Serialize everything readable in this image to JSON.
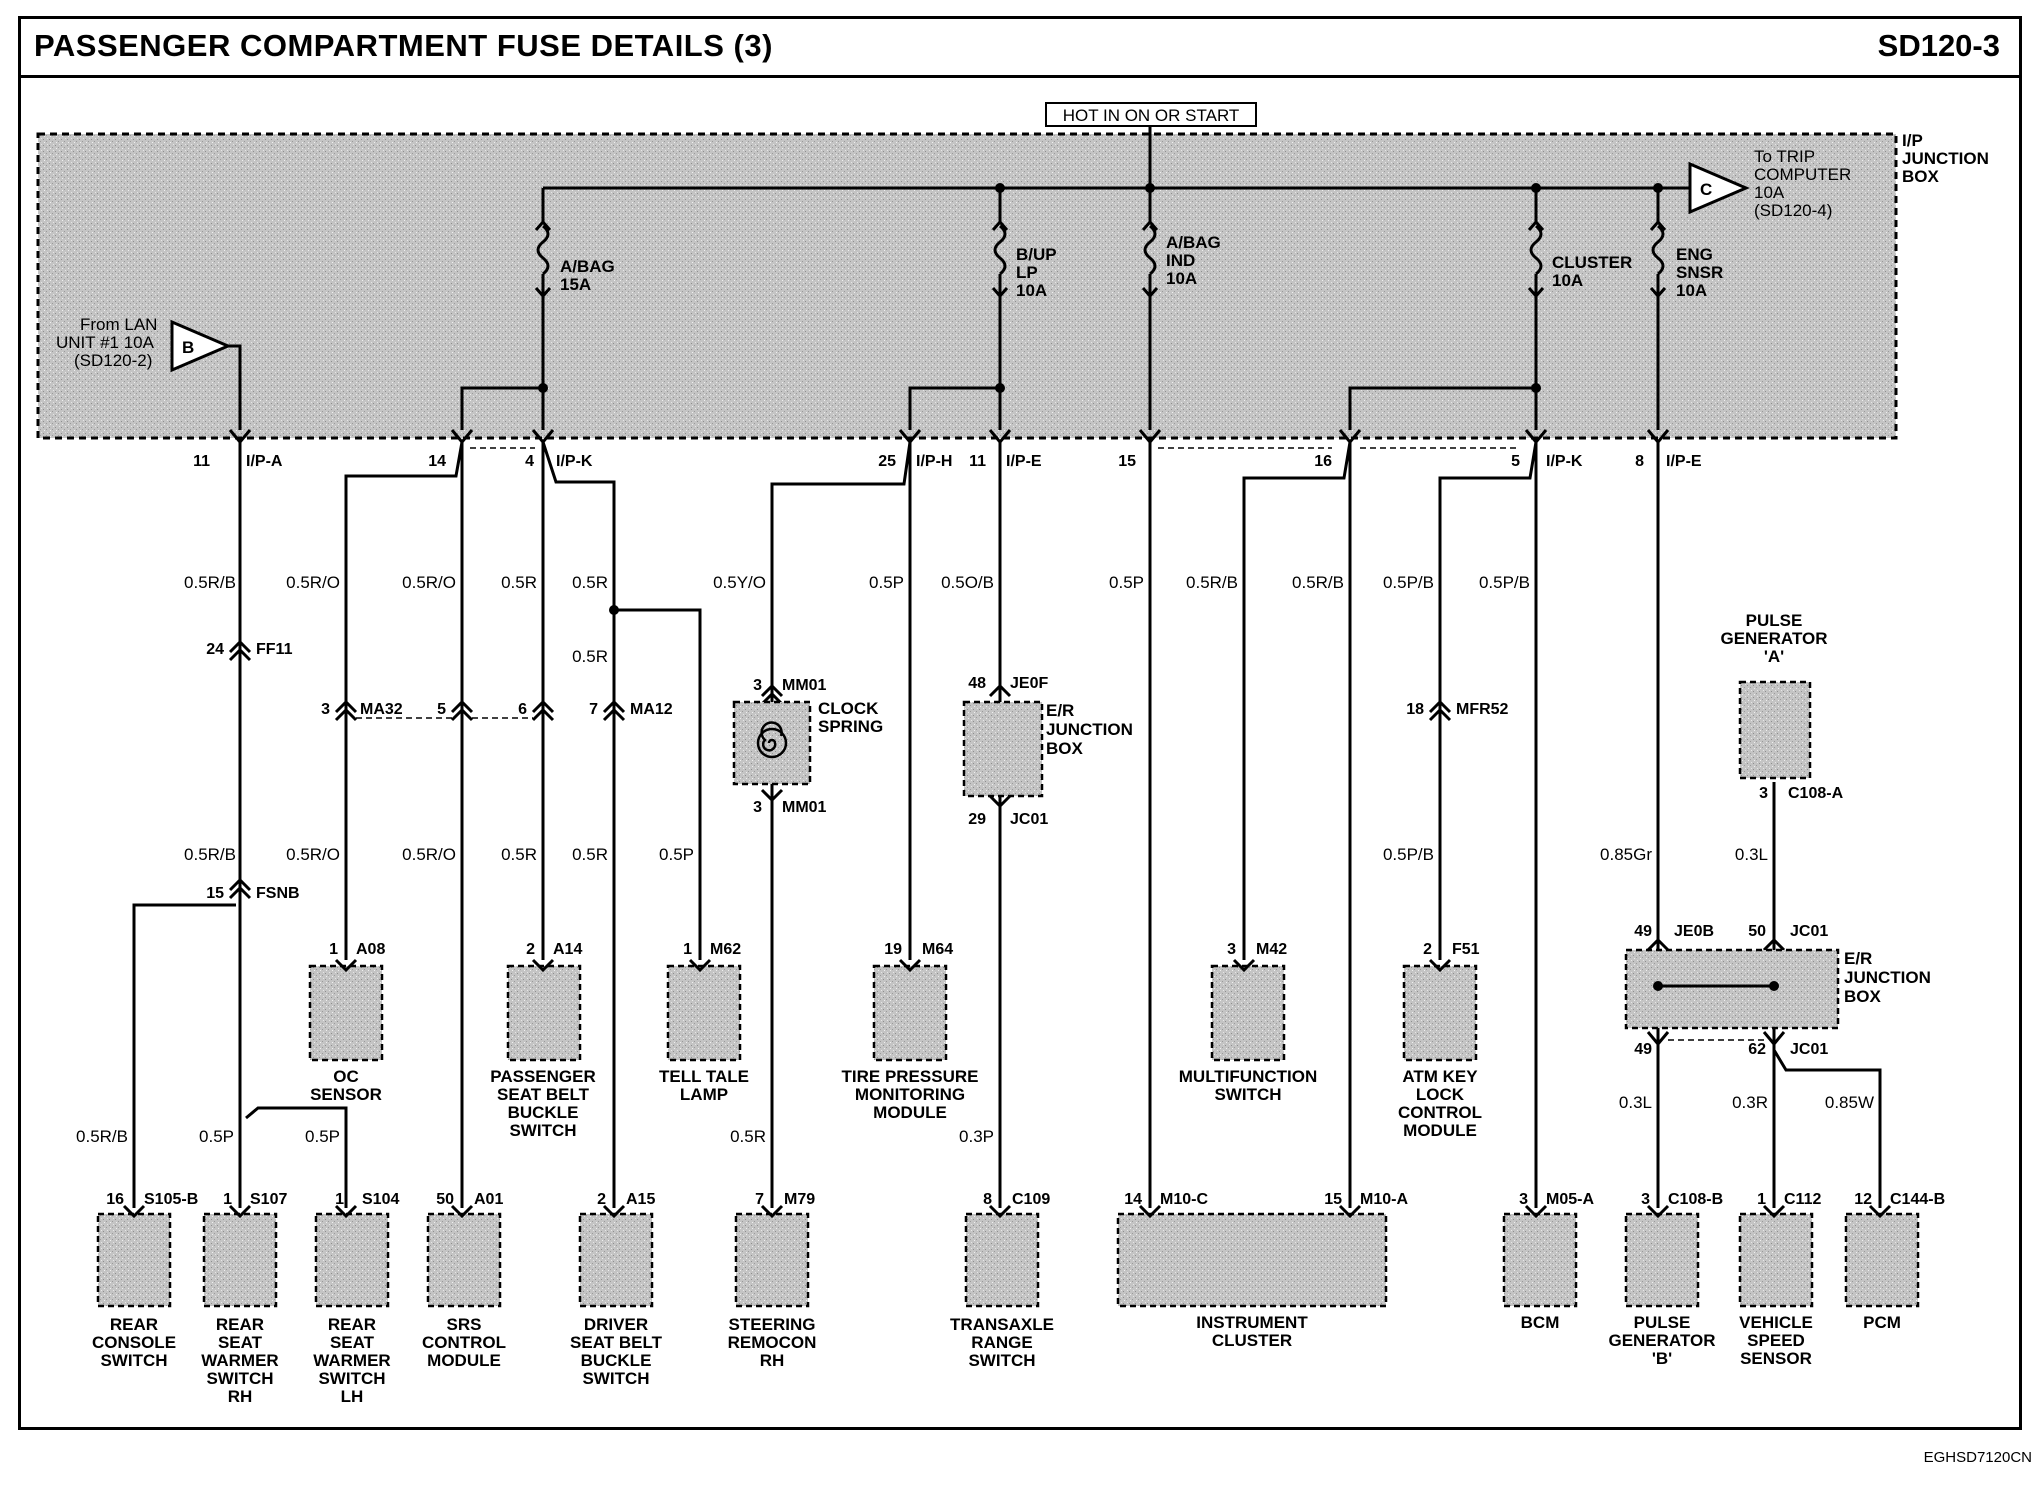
{
  "title": "PASSENGER COMPARTMENT FUSE DETAILS (3)",
  "code": "SD120-3",
  "footer_code": "EGHSD7120CN",
  "colors": {
    "ink": "#000000",
    "box_fill": "#c9c9c9",
    "box_fill_dark": "#a9a9a9",
    "paper": "#ffffff"
  },
  "power_label": "HOT IN ON OR START",
  "junction_box": {
    "lines": [
      "I/P",
      "JUNCTION",
      "BOX"
    ]
  },
  "from_lan": {
    "marker": "B",
    "lines": [
      "From LAN",
      "UNIT #1 10A",
      "(SD120-2)"
    ]
  },
  "to_trip": {
    "marker": "C",
    "lines": [
      "To TRIP",
      "COMPUTER",
      "10A",
      "(SD120-4)"
    ]
  },
  "fuses": [
    {
      "lines": [
        "A/BAG",
        "15A"
      ]
    },
    {
      "lines": [
        "B/UP",
        "LP",
        "10A"
      ]
    },
    {
      "lines": [
        "A/BAG",
        "IND",
        "10A"
      ]
    },
    {
      "lines": [
        "CLUSTER",
        "10A"
      ]
    },
    {
      "lines": [
        "ENG",
        "SNSR",
        "10A"
      ]
    }
  ],
  "jb_pins": [
    {
      "pin": "11",
      "conn": "I/P-A"
    },
    {
      "pin": "14",
      "conn": ""
    },
    {
      "pin": "4",
      "conn": "I/P-K"
    },
    {
      "pin": "25",
      "conn": "I/P-H"
    },
    {
      "pin": "11",
      "conn": "I/P-E"
    },
    {
      "pin": "15",
      "conn": ""
    },
    {
      "pin": "16",
      "conn": ""
    },
    {
      "pin": "5",
      "conn": "I/P-K"
    },
    {
      "pin": "8",
      "conn": "I/P-E"
    }
  ],
  "wires": [
    "0.5R/B",
    "0.5R/O",
    "0.5R/O",
    "0.5R",
    "0.5R",
    "0.5R",
    "0.5Y/O",
    "0.5P",
    "0.5O/B",
    "0.5P",
    "0.5R/B",
    "0.5R/B",
    "0.5P/B",
    "0.5P/B",
    "0.5R/B",
    "0.5R/O",
    "0.5R/O",
    "0.5R",
    "0.5R",
    "0.5P",
    "0.5P/B",
    "0.85Gr",
    "0.3L",
    "0.5R/B",
    "0.5P",
    "0.5P",
    "0.5R",
    "0.3P",
    "0.3L",
    "0.3R",
    "0.85W"
  ],
  "inline_connectors": [
    {
      "pin": "24",
      "id": "FF11"
    },
    {
      "pin": "3",
      "id": "MA32"
    },
    {
      "pin": "5",
      "id": ""
    },
    {
      "pin": "6",
      "id": ""
    },
    {
      "pin": "7",
      "id": "MA12"
    },
    {
      "pin": "3",
      "id": "MM01"
    },
    {
      "pin": "3",
      "id": "MM01"
    },
    {
      "pin": "48",
      "id": "JE0F"
    },
    {
      "pin": "29",
      "id": "JC01"
    },
    {
      "pin": "18",
      "id": "MFR52"
    },
    {
      "pin": "15",
      "id": "FSNB"
    },
    {
      "pin": "3",
      "id": "C108-A"
    },
    {
      "pin": "49",
      "id": "JE0B"
    },
    {
      "pin": "50",
      "id": "JC01"
    },
    {
      "pin": "49",
      "id": ""
    },
    {
      "pin": "62",
      "id": "JC01"
    }
  ],
  "clock_spring": {
    "lines": [
      "CLOCK",
      "SPRING"
    ]
  },
  "er_box_1": {
    "lines": [
      "E/R",
      "JUNCTION",
      "BOX"
    ]
  },
  "er_box_2": {
    "lines": [
      "E/R",
      "JUNCTION",
      "BOX"
    ]
  },
  "pulse_gen_a": {
    "lines": [
      "PULSE",
      "GENERATOR",
      "'A'"
    ]
  },
  "mid_components": [
    {
      "pin": "1",
      "conn": "A08",
      "lines": [
        "OC",
        "SENSOR"
      ]
    },
    {
      "pin": "2",
      "conn": "A14",
      "lines": [
        "PASSENGER",
        "SEAT BELT",
        "BUCKLE",
        "SWITCH"
      ]
    },
    {
      "pin": "1",
      "conn": "M62",
      "lines": [
        "TELL TALE",
        "LAMP"
      ]
    },
    {
      "pin": "19",
      "conn": "M64",
      "lines": [
        "TIRE PRESSURE",
        "MONITORING",
        "MODULE"
      ]
    },
    {
      "pin": "3",
      "conn": "M42",
      "lines": [
        "MULTIFUNCTION",
        "SWITCH"
      ]
    },
    {
      "pin": "2",
      "conn": "F51",
      "lines": [
        "ATM KEY",
        "LOCK",
        "CONTROL",
        "MODULE"
      ]
    }
  ],
  "bottom_components": [
    {
      "pin": "16",
      "conn": "S105-B",
      "lines": [
        "REAR",
        "CONSOLE",
        "SWITCH"
      ]
    },
    {
      "pin": "1",
      "conn": "S107",
      "lines": [
        "REAR",
        "SEAT",
        "WARMER",
        "SWITCH",
        "RH"
      ]
    },
    {
      "pin": "1",
      "conn": "S104",
      "lines": [
        "REAR",
        "SEAT",
        "WARMER",
        "SWITCH",
        "LH"
      ]
    },
    {
      "pin": "50",
      "conn": "A01",
      "lines": [
        "SRS",
        "CONTROL",
        "MODULE"
      ]
    },
    {
      "pin": "2",
      "conn": "A15",
      "lines": [
        "DRIVER",
        "SEAT BELT",
        "BUCKLE",
        "SWITCH"
      ]
    },
    {
      "pin": "7",
      "conn": "M79",
      "lines": [
        "STEERING",
        "REMOCON",
        "RH"
      ]
    },
    {
      "pin": "8",
      "conn": "C109",
      "lines": [
        "TRANSAXLE",
        "RANGE",
        "SWITCH"
      ]
    },
    {
      "pin": "14",
      "conn": "M10-C",
      "lines": []
    },
    {
      "pin": "15",
      "conn": "M10-A",
      "lines": [
        "INSTRUMENT",
        "CLUSTER"
      ]
    },
    {
      "pin": "3",
      "conn": "M05-A",
      "lines": [
        "BCM"
      ]
    },
    {
      "pin": "3",
      "conn": "C108-B",
      "lines": [
        "PULSE",
        "GENERATOR",
        "'B'"
      ]
    },
    {
      "pin": "1",
      "conn": "C112",
      "lines": [
        "VEHICLE",
        "SPEED",
        "SENSOR"
      ]
    },
    {
      "pin": "12",
      "conn": "C144-B",
      "lines": [
        "PCM"
      ]
    }
  ]
}
